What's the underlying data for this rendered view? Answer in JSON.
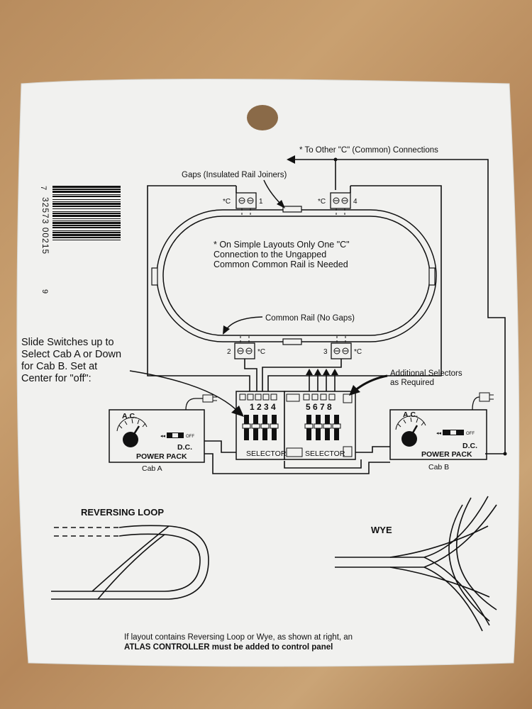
{
  "barcode": {
    "leading_digit": "7",
    "number": "32573 00215",
    "trailing_digit": "9"
  },
  "labels": {
    "to_other_common": "* To Other \"C\" (Common) Connections",
    "gaps": "Gaps (Insulated Rail Joiners)",
    "c_mark": "*C",
    "terminal_1": "1",
    "terminal_2": "2",
    "terminal_3": "3",
    "terminal_4": "4",
    "simple_layout_line1": "* On Simple Layouts Only One \"C\"",
    "simple_layout_line2": "Connection to the Ungapped",
    "simple_layout_line3": "Common Common Rail is Needed",
    "common_rail": "Common Rail (No Gaps)",
    "slide_switches_line1": "Slide Switches up to",
    "slide_switches_line2": "Select Cab A or Down",
    "slide_switches_line3": "for Cab B. Set at",
    "slide_switches_line4": "Center for \"off\":",
    "additional_line1": "Additional Selectors",
    "additional_line2": "as Required",
    "selector_left_numbers": "1 2 3 4",
    "selector_right_numbers": "5 6 7 8",
    "selector_label": "SELECTOR",
    "ac_label": "A.C.",
    "dc_label": "D.C.",
    "power_pack": "POWER PACK",
    "cab_a": "Cab A",
    "cab_b": "Cab B",
    "reversing_loop": "REVERSING LOOP",
    "wye": "WYE",
    "footer_line1": "If layout contains Reversing Loop or Wye, as shown at right, an",
    "footer_line2": "ATLAS CONTROLLER must be added to control panel"
  },
  "colors": {
    "card": "#f1f1ef",
    "ink": "#111111",
    "table": "#b88c5e"
  }
}
